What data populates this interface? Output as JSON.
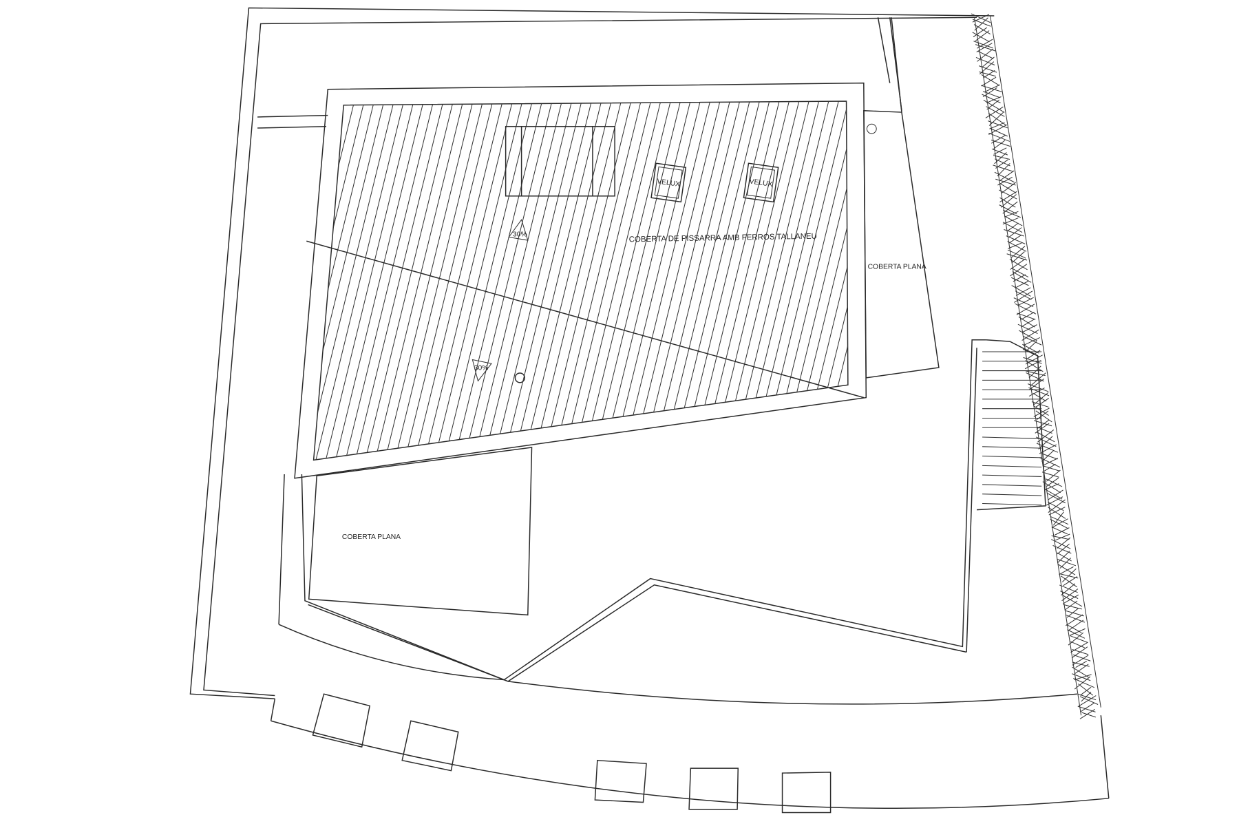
{
  "labels": {
    "main_roof": "COBERTA DE PISSARRA AMB FERROS TALLANEU",
    "flat_roof_right": "COBERTA PLANA",
    "flat_roof_left": "COBERTA PLANA",
    "velux_1": "VELUX",
    "velux_2": "VELUX",
    "slope_1": "30%",
    "slope_2": "30%"
  },
  "colors": {
    "line": "#2a2a2a",
    "background": "#ffffff"
  }
}
